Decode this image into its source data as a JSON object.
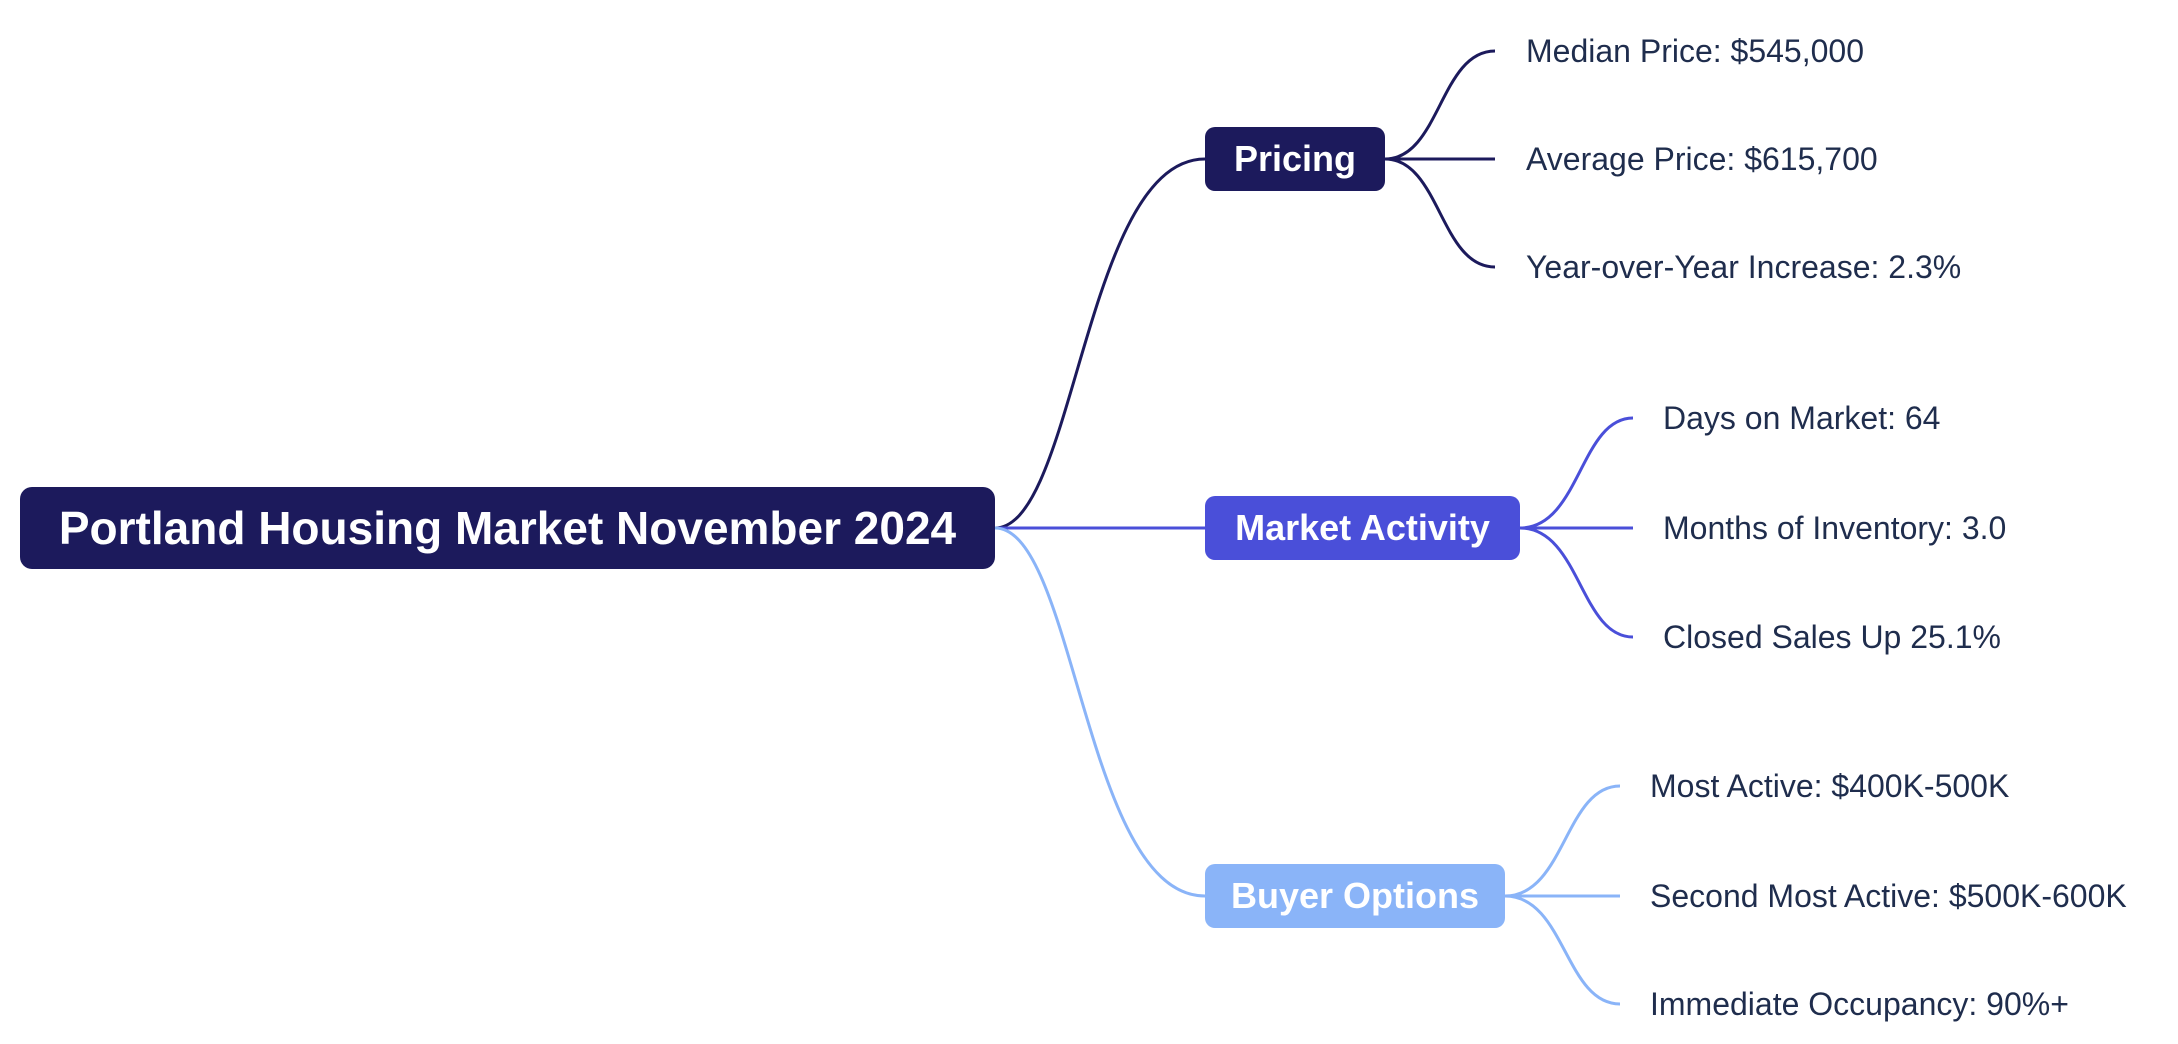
{
  "root": {
    "label": "Portland Housing Market November 2024",
    "color": "#1c1a5c"
  },
  "branches": [
    {
      "label": "Pricing",
      "color": "#1c1a5c",
      "items": [
        "Median Price: $545,000",
        "Average Price: $615,700",
        "Year-over-Year Increase: 2.3%"
      ]
    },
    {
      "label": "Market Activity",
      "color": "#4a4fd9",
      "items": [
        "Days on Market: 64",
        "Months of Inventory: 3.0",
        "Closed Sales Up 25.1%"
      ]
    },
    {
      "label": "Buyer Options",
      "color": "#8ab4f8",
      "items": [
        "Most Active: $400K-500K",
        "Second Most Active: $500K-600K",
        "Immediate Occupancy: 90%+"
      ]
    }
  ]
}
